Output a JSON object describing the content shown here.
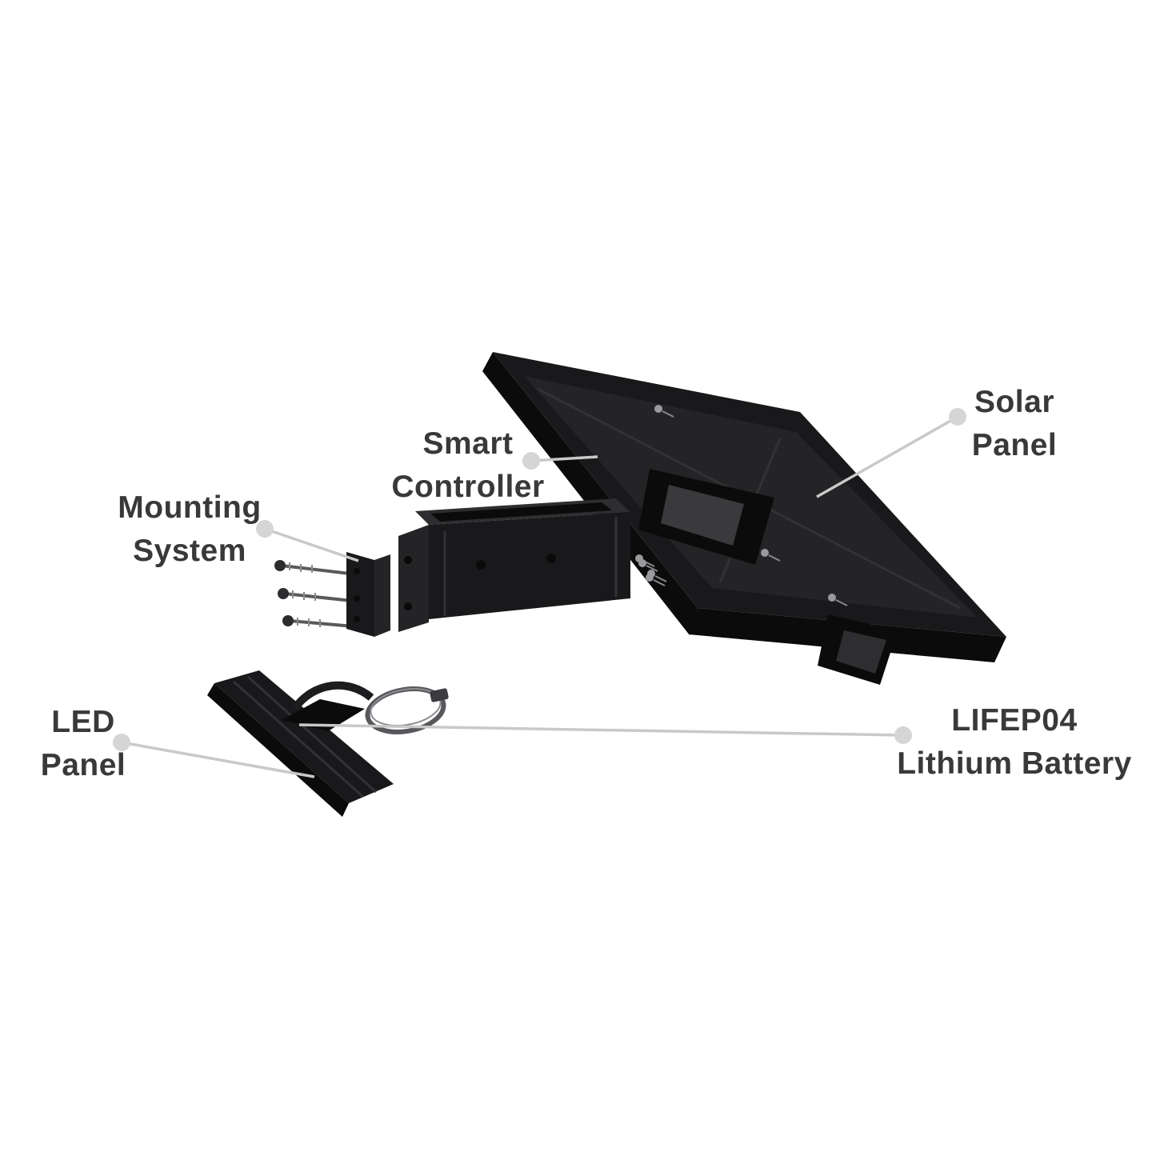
{
  "labels": {
    "mounting_system": {
      "line1": "Mounting",
      "line2": "System"
    },
    "smart_controller": {
      "line1": "Smart",
      "line2": "Controller"
    },
    "solar_panel": {
      "line1": "Solar",
      "line2": "Panel"
    },
    "led_panel": {
      "line1": "LED",
      "line2": "Panel"
    },
    "lithium_battery": {
      "line1": "LIFEP04",
      "line2": "Lithium Battery"
    }
  },
  "colors": {
    "label_text": "#39393b",
    "leader_line": "#c9c9c9",
    "leader_dot": "#d5d5d5",
    "product_dark": "#19191b",
    "background": "#ffffff"
  }
}
